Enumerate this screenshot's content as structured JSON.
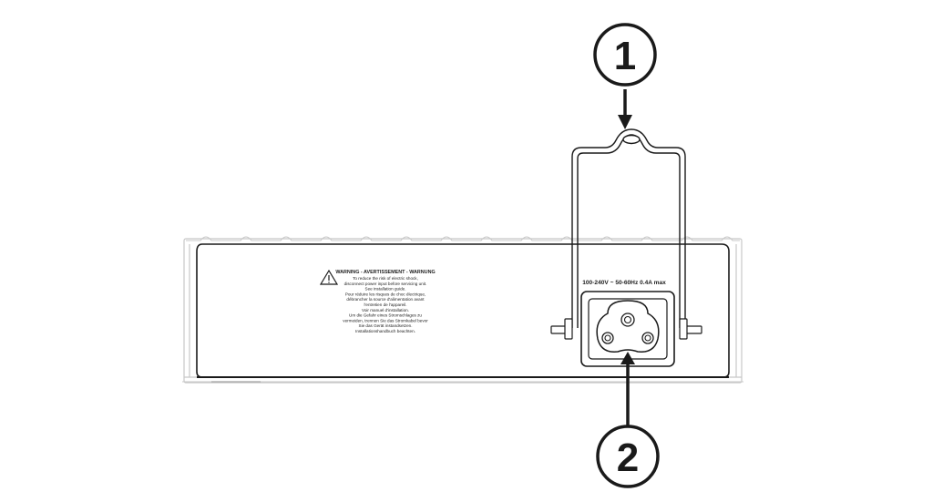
{
  "callouts": [
    {
      "number": "1"
    },
    {
      "number": "2"
    }
  ],
  "warning_label": {
    "title": "WARNING - AVERTISSEMENT - WARNUNG",
    "lines": [
      "To reduce the risk of electric shock,",
      "disconnect power input before servicing unit.",
      "See installation guide.",
      "Pour réduire les risques de choc électrique,",
      "débrancher la source d'alimentation avant",
      "l'entretien de l'appareil.",
      "Voir manuel d'installation.",
      "Um die Gefahr eines Stromschlages zu",
      "vermeiden, trennen Sie das Stromkabel bevor",
      "Sie das Gerät instandsetzen.",
      "Installationshandbuch beachten."
    ]
  },
  "power_rating": "100-240V ~ 50-60Hz 0.4A max",
  "colors": {
    "line": "#1a1a1a",
    "ghost": "#c8c8c8"
  }
}
